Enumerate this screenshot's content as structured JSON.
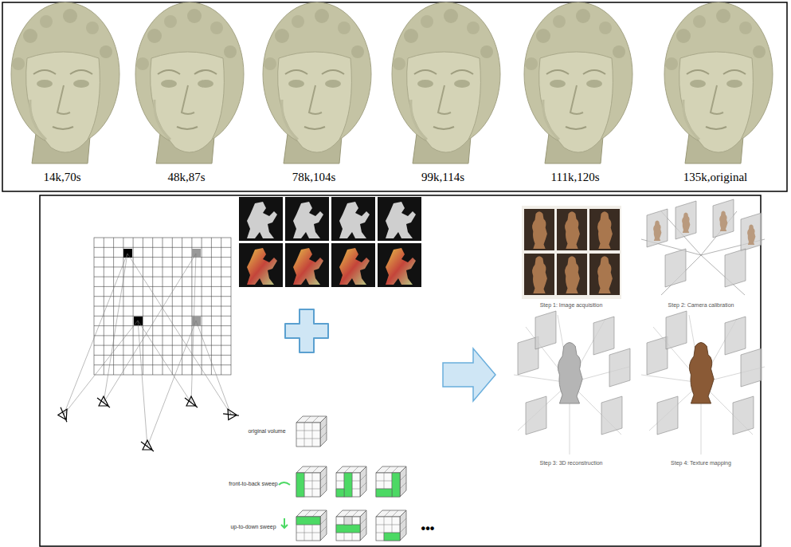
{
  "diagram": {
    "labels": [
      "14k,70s",
      "48k,87s",
      "78k,104s",
      "99k,114s",
      "111k,120s",
      "135k,original",
      "original volume",
      "front-to-back sweep",
      "up-to-down sweep",
      "•••",
      "Step 1: Image acquisition",
      "Step 2: Camera calibration",
      "Step 3: 3D reconstruction",
      "Step 4: Texture mapping"
    ]
  }
}
